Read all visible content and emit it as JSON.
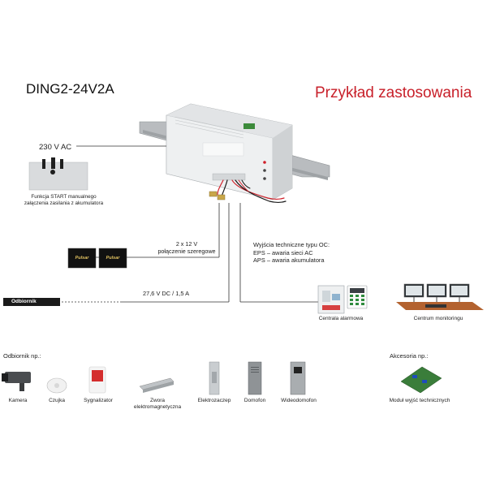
{
  "header": {
    "model": "DING2-24V2A",
    "title": "Przykład zastosowania"
  },
  "labels": {
    "mains": "230 V AC",
    "start_function_line1": "Funkcja START manualnego",
    "start_function_line2": "załączenia zasilania z akumulatora",
    "series_line1": "2 x 12 V",
    "series_line2": "połączenie szeregowe",
    "output_dc": "27,6 V DC / 1,5 A",
    "outputs_title": "Wyjścia techniczne typu OC:",
    "outputs_eps": "EPS – awaria sieci AC",
    "outputs_aps": "APS – awaria akumulatora",
    "receiver_tag": "Odbiornik",
    "alarm_center": "Centrala alarmowa",
    "monitoring_center": "Centrum monitoringu",
    "battery_brand": "Pulsar"
  },
  "receivers": {
    "title": "Odbiornik np.:",
    "items": [
      {
        "label": "Kamera"
      },
      {
        "label": "Czujka"
      },
      {
        "label": "Sygnalizator"
      },
      {
        "label": "Zwora elektromagnetyczna"
      },
      {
        "label": "Elektrozaczep"
      },
      {
        "label": "Domofon"
      },
      {
        "label": "Wideodomofon"
      }
    ]
  },
  "accessories": {
    "title": "Akcesoria np.:",
    "items": [
      {
        "label": "Moduł wyjść technicznych"
      }
    ]
  },
  "colors": {
    "title_red": "#c8202a",
    "wire_red": "#d0202a",
    "wire_black": "#1a1a1a",
    "psu_body": "#e9ebec"
  }
}
